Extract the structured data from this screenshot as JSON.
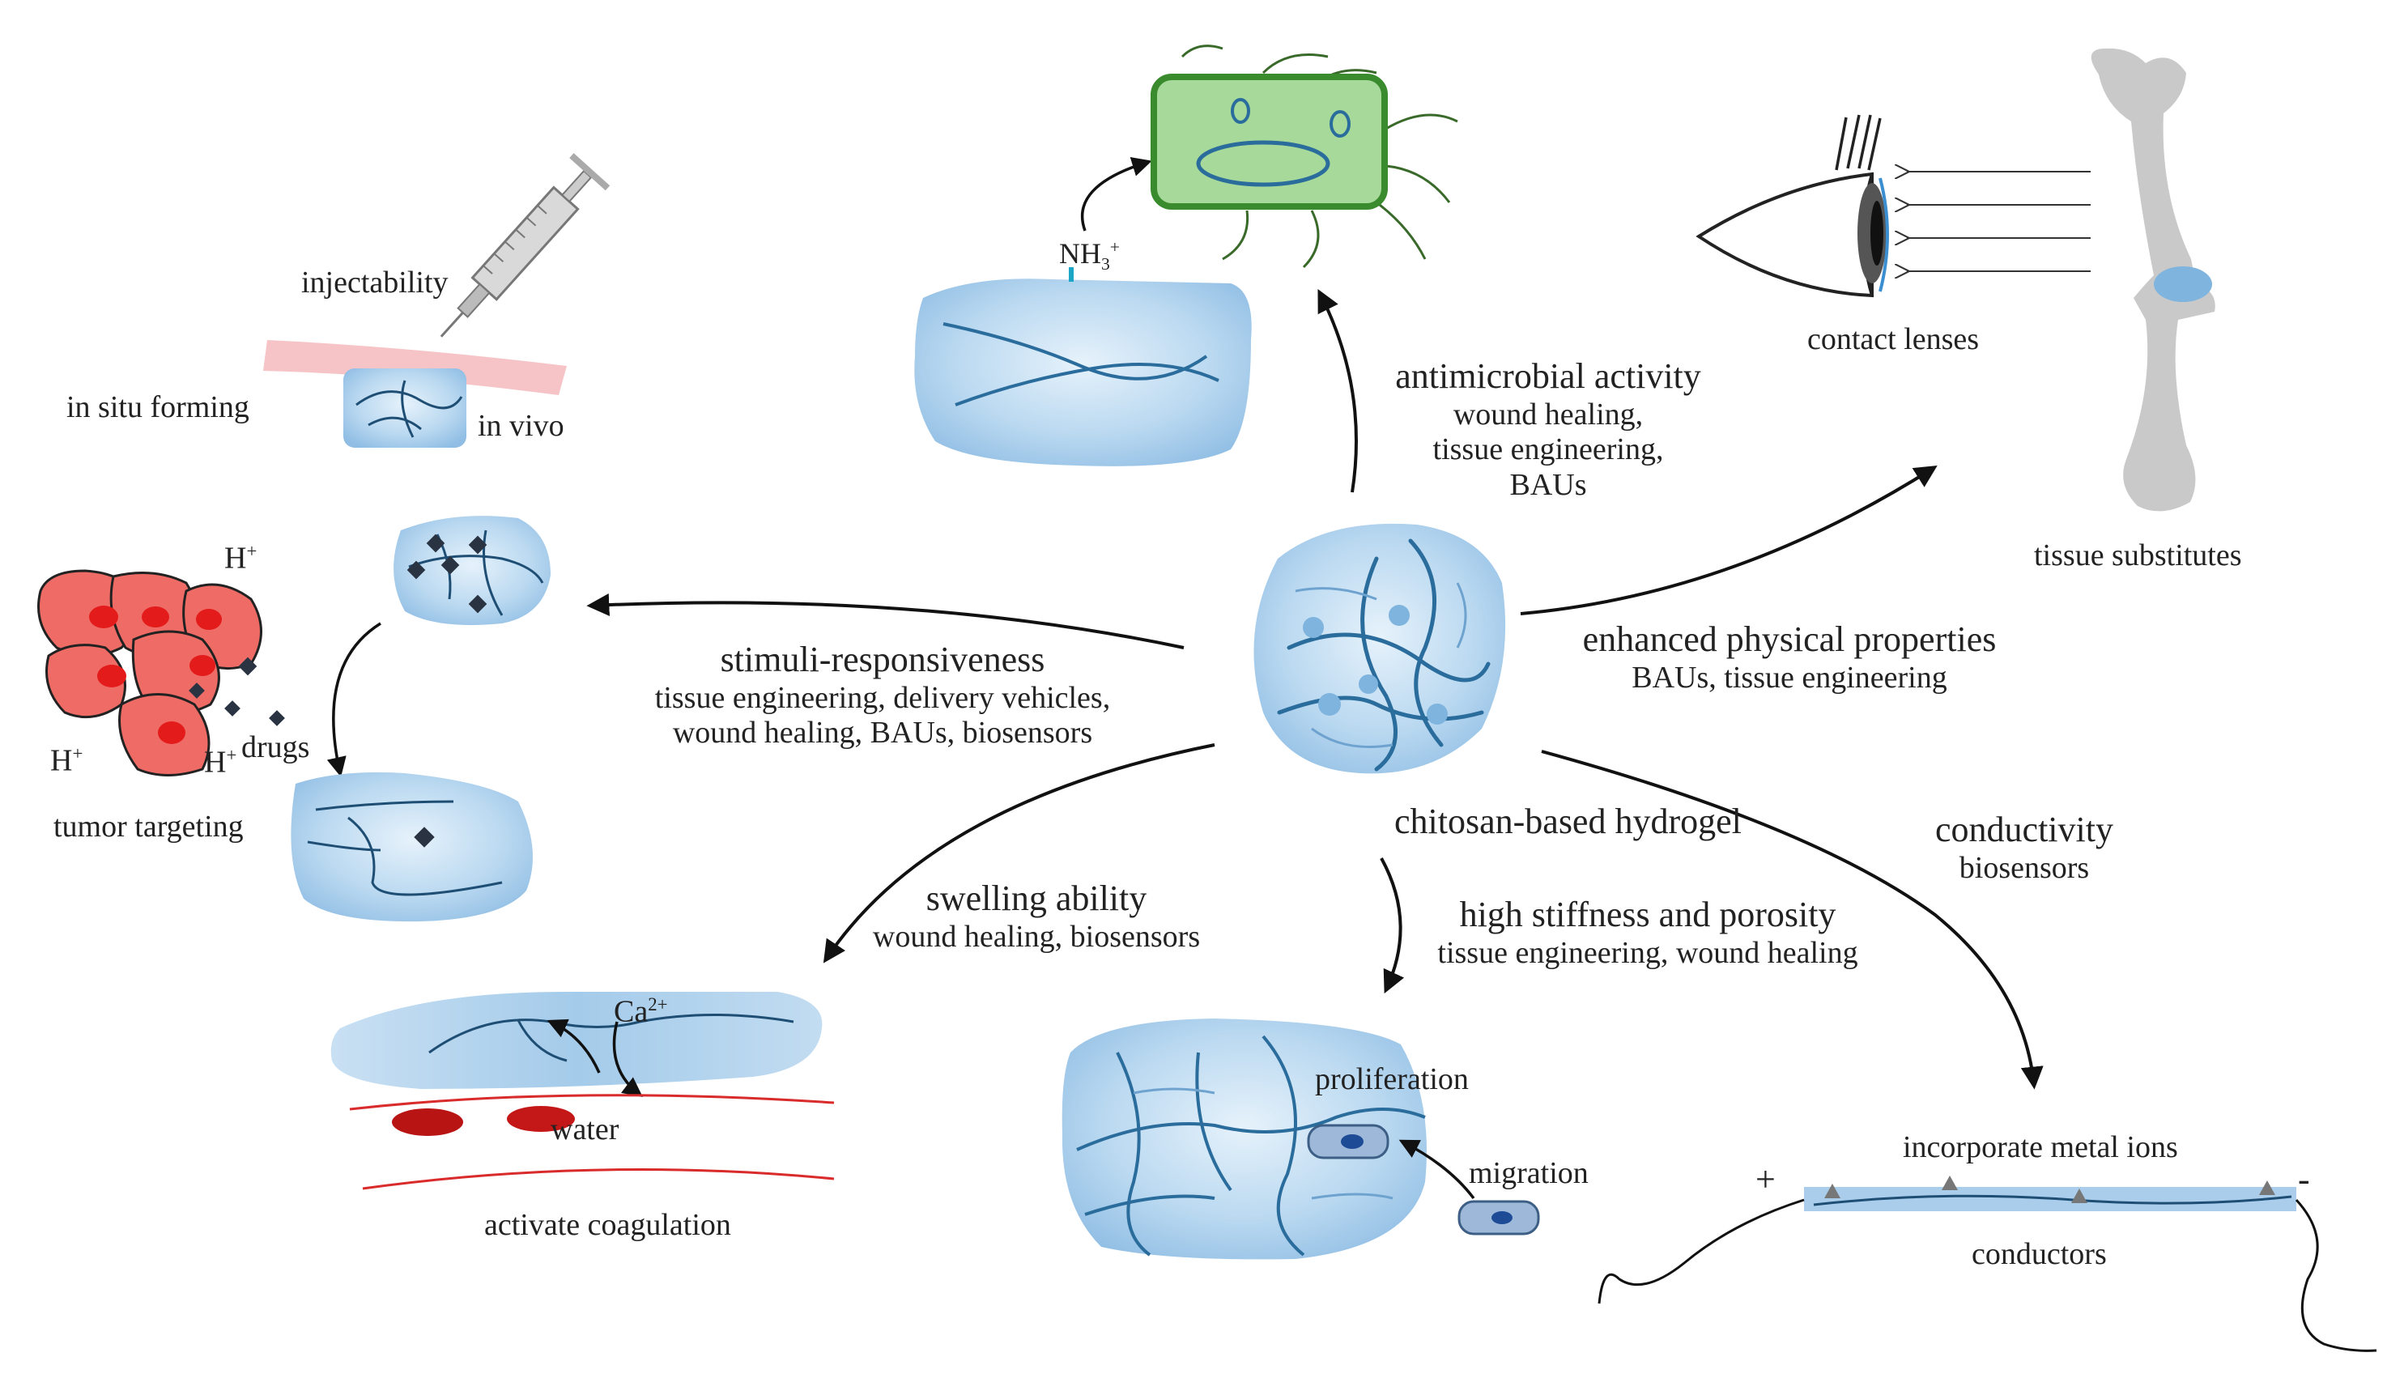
{
  "central": {
    "label": "chitosan-based hydrogel"
  },
  "properties": {
    "antimicrobial": {
      "title": "antimicrobial activity",
      "apps": [
        "wound healing,",
        "tissue engineering,",
        "BAUs"
      ]
    },
    "enhanced": {
      "title": "enhanced physical properties",
      "apps": [
        "BAUs, tissue engineering"
      ]
    },
    "stimuli": {
      "title": "stimuli-responsiveness",
      "apps": [
        "tissue engineering, delivery vehicles,",
        "wound healing, BAUs, biosensors"
      ]
    },
    "swelling": {
      "title": "swelling ability",
      "apps": [
        "wound healing, biosensors"
      ]
    },
    "stiffness": {
      "title": "high stiffness and porosity",
      "apps": [
        "tissue engineering, wound healing"
      ]
    },
    "conductivity": {
      "title": "conductivity",
      "apps": [
        "biosensors"
      ]
    }
  },
  "illustrations": {
    "injectability": "injectability",
    "in_situ": "in situ forming",
    "in_vivo": "in vivo",
    "tumor": "tumor targeting",
    "drugs": "drugs",
    "h_plus": "H",
    "h_sup": "+",
    "nh3": "NH",
    "nh3_sub": "3",
    "nh3_sup": "+",
    "contact_lenses": "contact lenses",
    "tissue_substitutes": "tissue substitutes",
    "ca": "Ca",
    "ca_sup": "2+",
    "water": "water",
    "coagulation": "activate coagulation",
    "proliferation": "proliferation",
    "migration": "migration",
    "metal_ions": "incorporate metal ions",
    "conductors": "conductors",
    "plus": "+",
    "minus": "-"
  },
  "colors": {
    "hydrogel": "#9ec9ea",
    "fiber": "#2a6c9c",
    "bacterium_fill": "#a6d99a",
    "bacterium_edge": "#3a8a2e",
    "tumor_cell": "#ef6b66",
    "tumor_nucleus": "#e31b1b",
    "blood_vessel": "#d92b2b",
    "bone": "#c9c9c9"
  }
}
